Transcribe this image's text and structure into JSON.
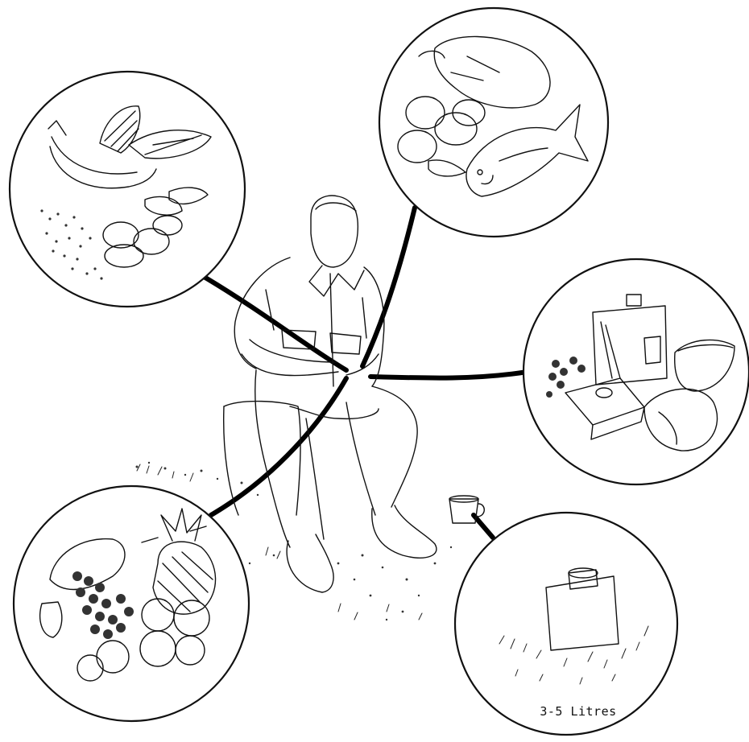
{
  "illustration": {
    "colors": {
      "ink": "#111111",
      "paper": "#ffffff"
    },
    "groups": [
      {
        "id": "cereals-starchy-foods",
        "icon": "banana-maize-potato-icon"
      },
      {
        "id": "protein-foods",
        "icon": "chicken-eggs-fish-icon"
      },
      {
        "id": "oils-fats-sugar",
        "icon": "oil-can-sugar-bowl-icon"
      },
      {
        "id": "fruits",
        "icon": "pineapple-grapes-oranges-icon"
      },
      {
        "id": "water",
        "icon": "water-jug-icon",
        "label": "3-5 Litres"
      }
    ]
  }
}
